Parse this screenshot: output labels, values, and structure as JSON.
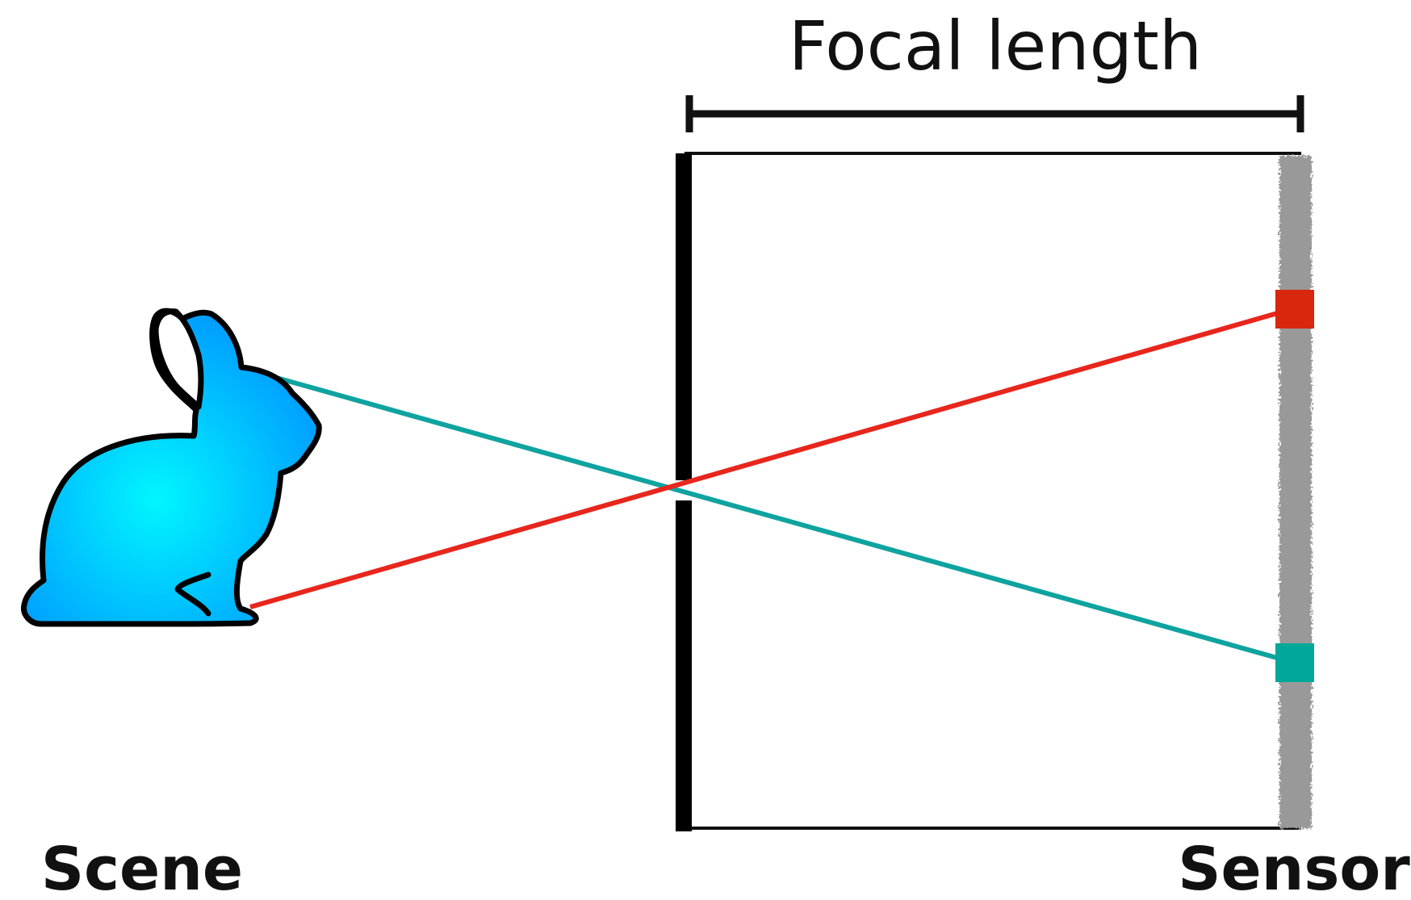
{
  "labels": {
    "focal_length": "Focal length",
    "scene": "Scene",
    "sensor": "Sensor"
  },
  "colors": {
    "teal_ray": "#0fa3a0",
    "red_ray": "#e8261c",
    "red_pixel": "#d8260f",
    "teal_pixel": "#00a89b",
    "sensor_gray": "#999999",
    "bunny_center": "#00f6ff",
    "bunny_edge": "#0097ff",
    "outline": "#000000"
  },
  "icons": {
    "scene_object": "bunny-icon"
  }
}
